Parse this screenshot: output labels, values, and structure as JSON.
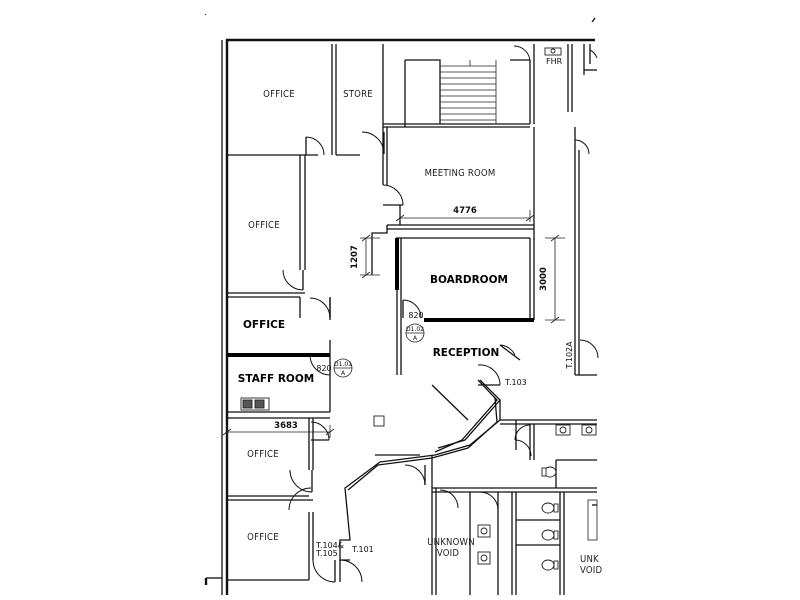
{
  "rooms": {
    "office_1": "OFFICE",
    "store": "STORE",
    "meeting_room": "MEETING ROOM",
    "office_2": "OFFICE",
    "boardroom": "BOARDROOM",
    "office_3": "OFFICE",
    "reception": "RECEPTION",
    "staff_room": "STAFF ROOM",
    "office_4": "OFFICE",
    "office_5": "OFFICE",
    "unknown_void_1a": "UNKNOWN",
    "unknown_void_1b": "VOID",
    "unknown_void_2a": "UNK",
    "unknown_void_2b": "VOID"
  },
  "dimensions": {
    "meeting_width": "4776",
    "corridor_gap": "1207",
    "boardroom_height": "3000",
    "staff_width": "3683",
    "door_boardroom": "820",
    "door_staff": "820"
  },
  "tags": {
    "fhr": "FHR",
    "t102a": "T.102A",
    "t103": "T.103",
    "t104_a": "T.104&",
    "t104_b": "T.105",
    "t101": "T.101"
  },
  "door_refs": {
    "d0102_top": "D1.02",
    "d0102_bot": "A",
    "d0101_top": "D1.01",
    "d0101_bot": "A"
  }
}
